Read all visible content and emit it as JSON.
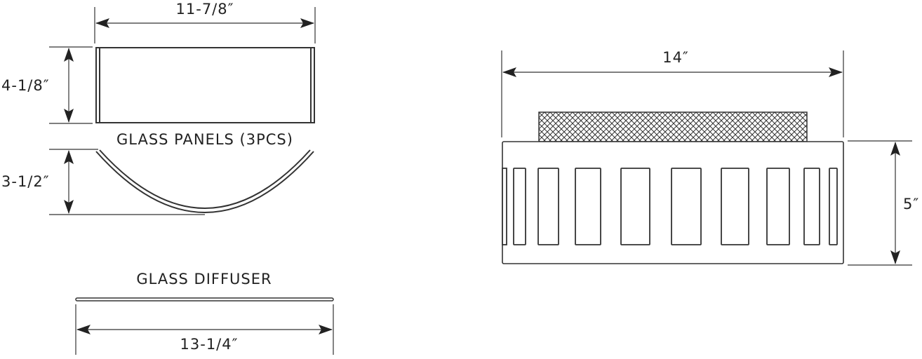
{
  "glass_panels": {
    "title": "GLASS PANELS (3PCS)",
    "width_dim": "11-7/8″",
    "height_dim": "4-1/8″",
    "curve_depth_dim": "3-1/2″"
  },
  "glass_diffuser": {
    "title": "GLASS DIFFUSER",
    "width_dim": "13-1/4″"
  },
  "fixture": {
    "width_dim": "14″",
    "height_dim": "5″",
    "slot_count": 10
  },
  "colors": {
    "line": "#333333",
    "background": "#ffffff"
  }
}
